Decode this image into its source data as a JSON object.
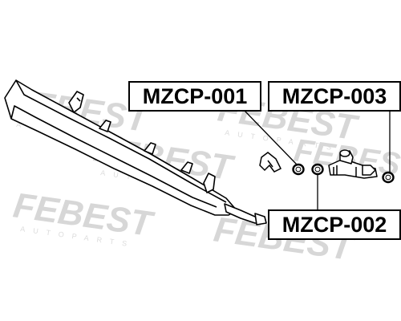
{
  "watermark": {
    "brand": "FEBEST",
    "sub": "AUTOPARTS"
  },
  "labels": {
    "part_001": "MZCP-001",
    "part_002": "MZCP-002",
    "part_003": "MZCP-003"
  },
  "colors": {
    "line": "#000000",
    "background": "#ffffff",
    "watermark": "#d7d7d7"
  }
}
